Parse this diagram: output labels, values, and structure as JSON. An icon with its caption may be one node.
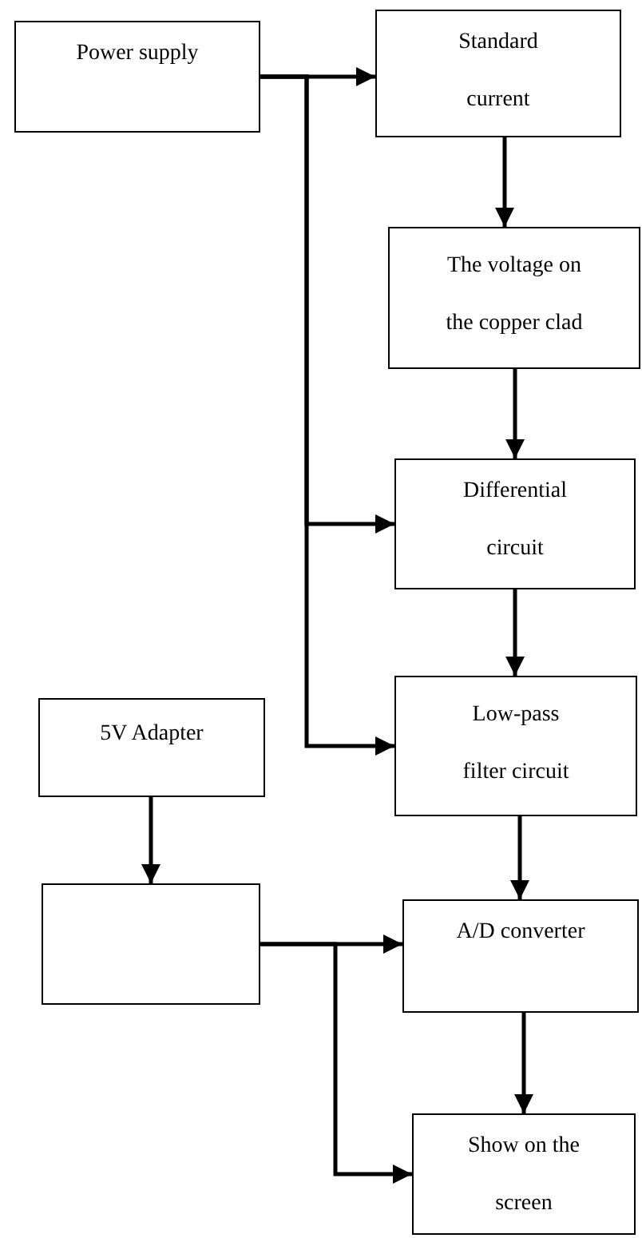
{
  "diagram": {
    "nodes": [
      {
        "text": [
          "Power supply"
        ]
      },
      {
        "text": [
          "Standard current"
        ]
      },
      {
        "text": [
          "The voltage on the copper clad"
        ]
      },
      {
        "text": [
          "Differential circuit"
        ]
      },
      {
        "text": [
          "Low-pass filter circuit"
        ]
      },
      {
        "text": [
          "5V Adapter"
        ]
      },
      {
        "text": [],
        "shape": "box"
      },
      {
        "text": [
          "A/D converter"
        ]
      },
      {
        "text": [
          "Show on the screen"
        ]
      }
    ],
    "edges": [
      {
        "from": 0,
        "to": 1,
        "arrow": "to"
      },
      {
        "from": 0,
        "to": 3,
        "arrow": "to"
      },
      {
        "from": 0,
        "to": 4,
        "arrow": "to"
      },
      {
        "from": 1,
        "to": 2,
        "arrow": "to"
      },
      {
        "from": 2,
        "to": 3,
        "arrow": "to"
      },
      {
        "from": 3,
        "to": 4,
        "arrow": "to"
      },
      {
        "from": 4,
        "to": 7,
        "arrow": "to"
      },
      {
        "from": 5,
        "to": 6,
        "arrow": "to"
      },
      {
        "from": 6,
        "to": 7,
        "arrow": "to"
      },
      {
        "from": 6,
        "to": 8,
        "arrow": "to"
      },
      {
        "from": 7,
        "to": 8,
        "arrow": "to"
      }
    ]
  }
}
